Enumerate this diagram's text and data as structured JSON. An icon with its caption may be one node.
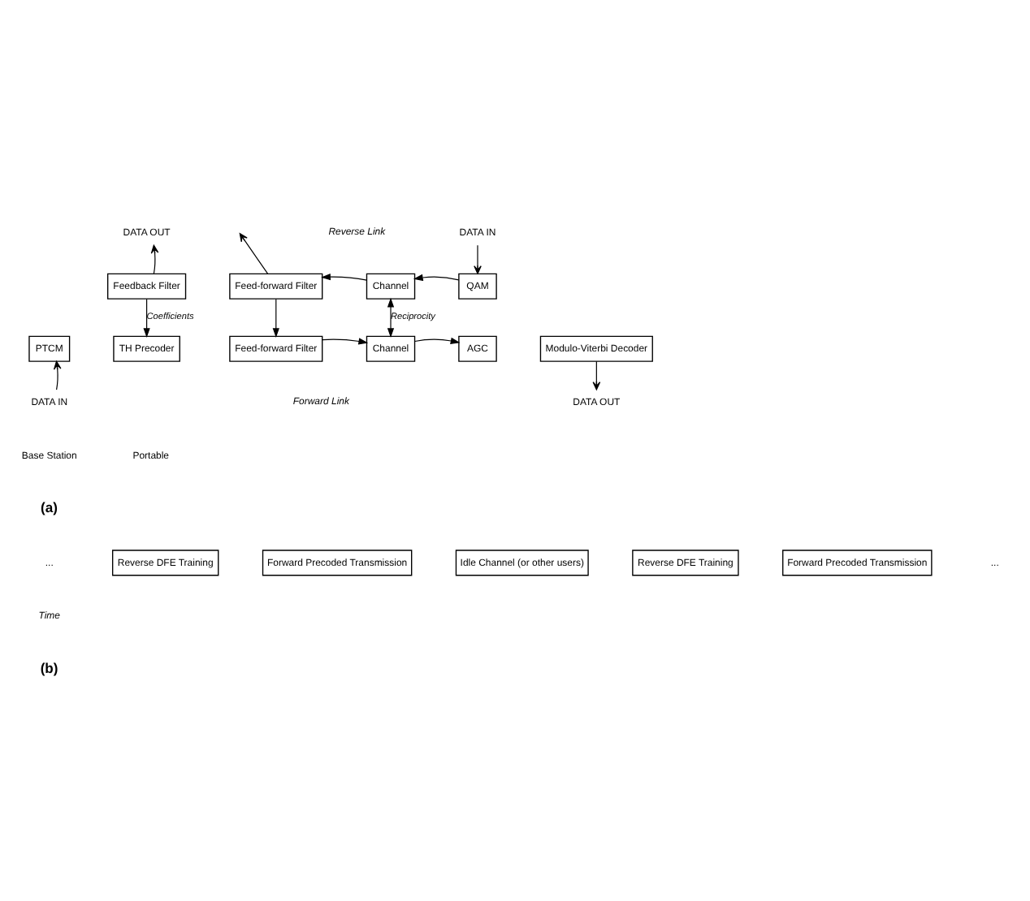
{
  "diagram": {
    "nodes": [
      {
        "text": [
          "Feedback Filter"
        ]
      },
      {
        "text": [
          "Feed-forward Filter"
        ]
      },
      {
        "text": [
          "Channel"
        ]
      },
      {
        "text": [
          "QAM"
        ]
      },
      {
        "text": [
          "DATA IN"
        ]
      },
      {
        "text": [
          "DATA OUT"
        ]
      },
      {
        "text": [
          "PTCM"
        ]
      },
      {
        "text": [
          "TH Precoder"
        ]
      },
      {
        "text": [
          "Feed-forward Filter"
        ]
      },
      {
        "text": [
          "Channel"
        ]
      },
      {
        "text": [
          "AGC"
        ]
      },
      {
        "text": [
          "Modulo-Viterbi Decoder"
        ]
      },
      {
        "text": [
          "DATA IN"
        ]
      },
      {
        "text": [
          "DATA OUT"
        ]
      },
      {
        "text": [
          "Reverse DFE Training"
        ]
      },
      {
        "text": [
          "Forward Precoded Transmission"
        ]
      },
      {
        "text": [
          "Idle Channel (or other users)"
        ]
      },
      {
        "text": [
          "Reverse DFE Training"
        ]
      },
      {
        "text": [
          "Forward Precoded Transmission"
        ]
      }
    ],
    "edges": [
      {
        "from": 4,
        "to": 3,
        "arrow": "to"
      },
      {
        "from": 0,
        "to": 5,
        "arrow": "to"
      },
      {
        "from": 1,
        "to": null,
        "arrow": "to"
      },
      {
        "from": 3,
        "to": 2,
        "arrow": "to"
      },
      {
        "from": 2,
        "to": 1,
        "arrow": "to"
      },
      {
        "from": 2,
        "to": 9,
        "arrow": "both",
        "label": "Reciprocity"
      },
      {
        "from": 0,
        "to": 7,
        "arrow": "to",
        "label": "Coefficients"
      },
      {
        "from": 1,
        "to": 8,
        "arrow": "to"
      },
      {
        "from": 12,
        "to": 6,
        "arrow": "to"
      },
      {
        "from": 8,
        "to": 9,
        "arrow": "to"
      },
      {
        "from": 9,
        "to": 10,
        "arrow": "to"
      },
      {
        "from": 11,
        "to": 13,
        "arrow": "to"
      }
    ],
    "labels": [
      "Reverse Link",
      "Forward Link",
      "Base Station",
      "Portable",
      "(a)",
      "...",
      "...",
      "Time",
      "(b)"
    ]
  }
}
